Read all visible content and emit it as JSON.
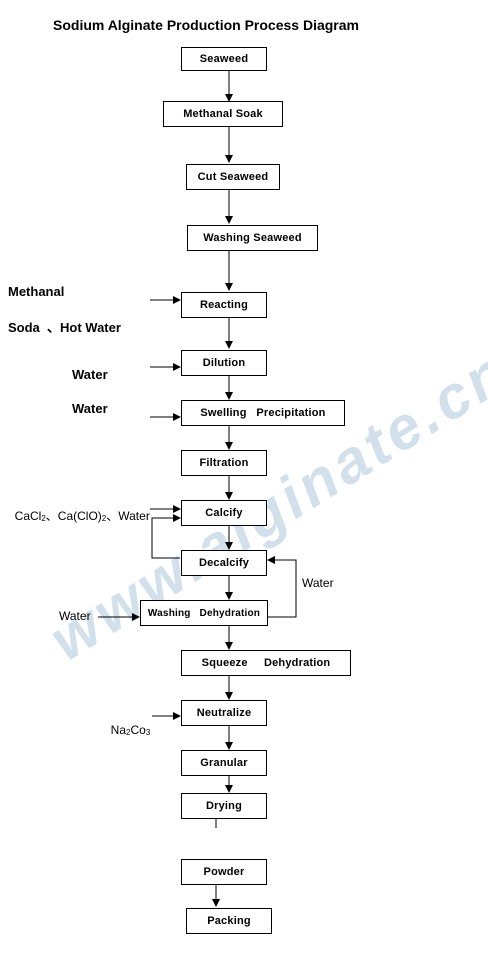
{
  "title": "Sodium Alginate Production Process Diagram",
  "watermark": "www.alginate.cn",
  "steps": {
    "seaweed": "Seaweed",
    "methanal_soak": "Methanal Soak",
    "cut_seaweed": "Cut Seaweed",
    "washing_seaweed": "Washing Seaweed",
    "reacting": "Reacting",
    "dilution": "Dilution",
    "swelling_precipitation": "Swelling   Precipitation",
    "filtration": "Filtration",
    "calcify": "Calcify",
    "decalcify": "Decalcify",
    "washing_dehydration": "Washing   Dehydration",
    "squeeze_dehydration": "Squeeze     Dehydration",
    "neutralize": "Neutralize",
    "granular": "Granular",
    "drying": "Drying",
    "powder": "Powder",
    "packing": "Packing"
  },
  "inputs": {
    "methanal": "Methanal",
    "soda_hot_water": "Soda  、Hot Water",
    "water_dilution": "Water",
    "water_swelling": "Water",
    "calcify_prefix": "CaCl",
    "calcify_sub1": "2",
    "calcify_mid": "、Ca(ClO)",
    "calcify_sub2": "2",
    "calcify_suffix": "、Water",
    "water_recycle": "Water",
    "water_washing": "Water",
    "na2co3_a": "Na",
    "na2co3_sub1": "2",
    "na2co3_b": "Co",
    "na2co3_sub2": "3"
  }
}
